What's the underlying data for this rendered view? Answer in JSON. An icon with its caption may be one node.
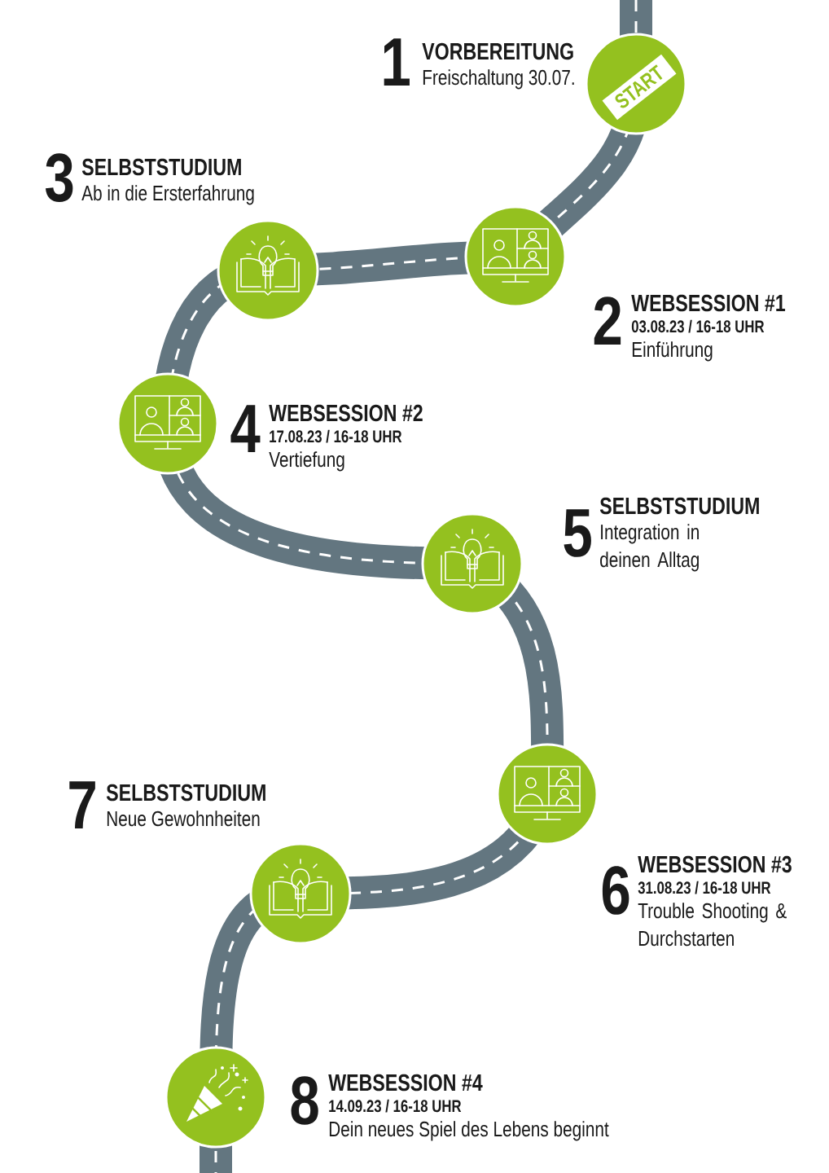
{
  "diagram": {
    "nodes": [
      {
        "text": [
          "START"
        ],
        "beside": [
          "1",
          "VORBEREITUNG",
          "Freischaltung 30.07."
        ]
      },
      {
        "text": [],
        "shape": "circle",
        "beside": [
          "2",
          "WEBSESSION #1",
          "03.08.23 / 16-18 UHR",
          "Einführung"
        ]
      },
      {
        "text": [],
        "shape": "circle",
        "beside": [
          "3",
          "SELBSTSTUDIUM",
          "Ab in die Ersterfahrung"
        ]
      },
      {
        "text": [],
        "shape": "circle",
        "beside": [
          "4",
          "WEBSESSION #2",
          "17.08.23 / 16-18 UHR",
          "Vertiefung"
        ]
      },
      {
        "text": [],
        "shape": "circle",
        "beside": [
          "5",
          "SELBSTSTUDIUM",
          "Integration in deinen Alltag"
        ]
      },
      {
        "text": [],
        "shape": "circle",
        "beside": [
          "6",
          "WEBSESSION #3",
          "31.08.23 / 16-18 UHR",
          "Trouble Shooting & Durchstarten"
        ]
      },
      {
        "text": [],
        "shape": "circle",
        "beside": [
          "7",
          "SELBSTSTUDIUM",
          "Neue Gewohnheiten"
        ]
      },
      {
        "text": [],
        "shape": "circle",
        "beside": [
          "8",
          "WEBSESSION #4",
          "14.09.23 / 16-18 UHR",
          "Dein neues Spiel des Lebens beginnt"
        ]
      }
    ]
  }
}
